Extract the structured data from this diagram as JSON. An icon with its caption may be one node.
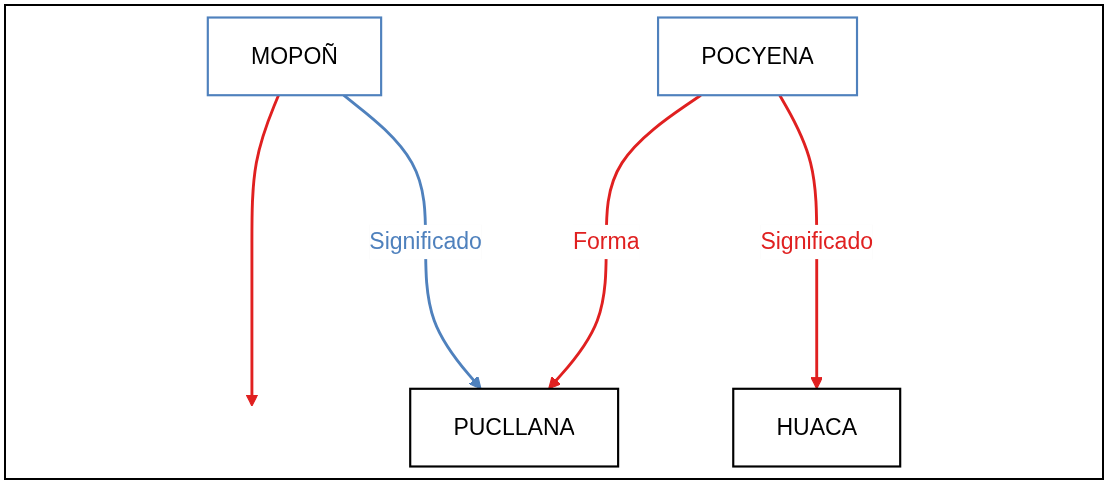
{
  "diagram": {
    "nodes": [
      {
        "text": [
          "MOPOÑ"
        ]
      },
      {
        "text": [
          "POCYENA"
        ]
      },
      {
        "text": [
          "HUACA"
        ]
      },
      {
        "text": [
          "PUCLLANA"
        ]
      }
    ],
    "edges": [
      {
        "from": 0,
        "to": null,
        "arrow": "to"
      },
      {
        "from": 0,
        "to": 3,
        "arrow": "to",
        "label": "Significado",
        "color": "#4f81bd"
      },
      {
        "from": 1,
        "to": 2,
        "arrow": "to",
        "label": "Significado"
      },
      {
        "from": 1,
        "to": 3,
        "arrow": "to",
        "label": "Forma"
      }
    ]
  }
}
